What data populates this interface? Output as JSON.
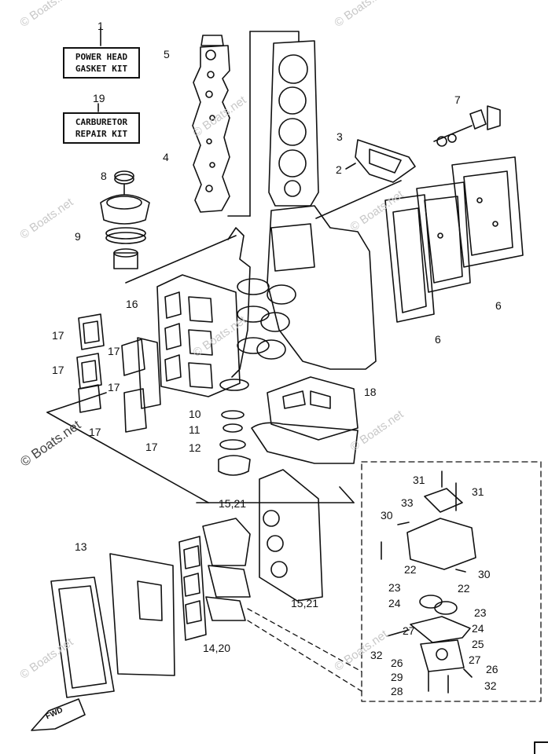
{
  "kits": {
    "power_head": {
      "number": "1",
      "line1": "POWER HEAD",
      "line2": "GASKET KIT"
    },
    "carburetor": {
      "number": "19",
      "line1": "CARBURETOR",
      "line2": "REPAIR KIT"
    }
  },
  "callouts": {
    "c2": "2",
    "c3": "3",
    "c4": "4",
    "c5": "5",
    "c6a": "6",
    "c6b": "6",
    "c7": "7",
    "c8": "8",
    "c9": "9",
    "c10": "10",
    "c11": "11",
    "c12": "12",
    "c13": "13",
    "c14_20": "14,20",
    "c15_21a": "15,21",
    "c15_21b": "15,21",
    "c16": "16",
    "c17a": "17",
    "c17b": "17",
    "c17c": "17",
    "c17d": "17",
    "c17e": "17",
    "c17f": "17",
    "c18": "18",
    "c22a": "22",
    "c22b": "22",
    "c23a": "23",
    "c23b": "23",
    "c24a": "24",
    "c24b": "24",
    "c25": "25",
    "c26a": "26",
    "c26b": "26",
    "c27a": "27",
    "c27b": "27",
    "c28": "28",
    "c29": "29",
    "c30a": "30",
    "c30b": "30",
    "c31a": "31",
    "c31b": "31",
    "c32a": "32",
    "c32b": "32",
    "c33": "33"
  },
  "direction_marker": "FWD",
  "watermarks": {
    "w1": "© Boats.net",
    "w2": "© Boats.net",
    "w3": "© Boats.net",
    "w4": "© Boats.net",
    "w5": "© Boats.net",
    "w6": "© Boats.net",
    "w7": "© Boats.net",
    "w8": "© Boats.net",
    "w9": "© Boats.net",
    "w10": "© Boats.net"
  }
}
